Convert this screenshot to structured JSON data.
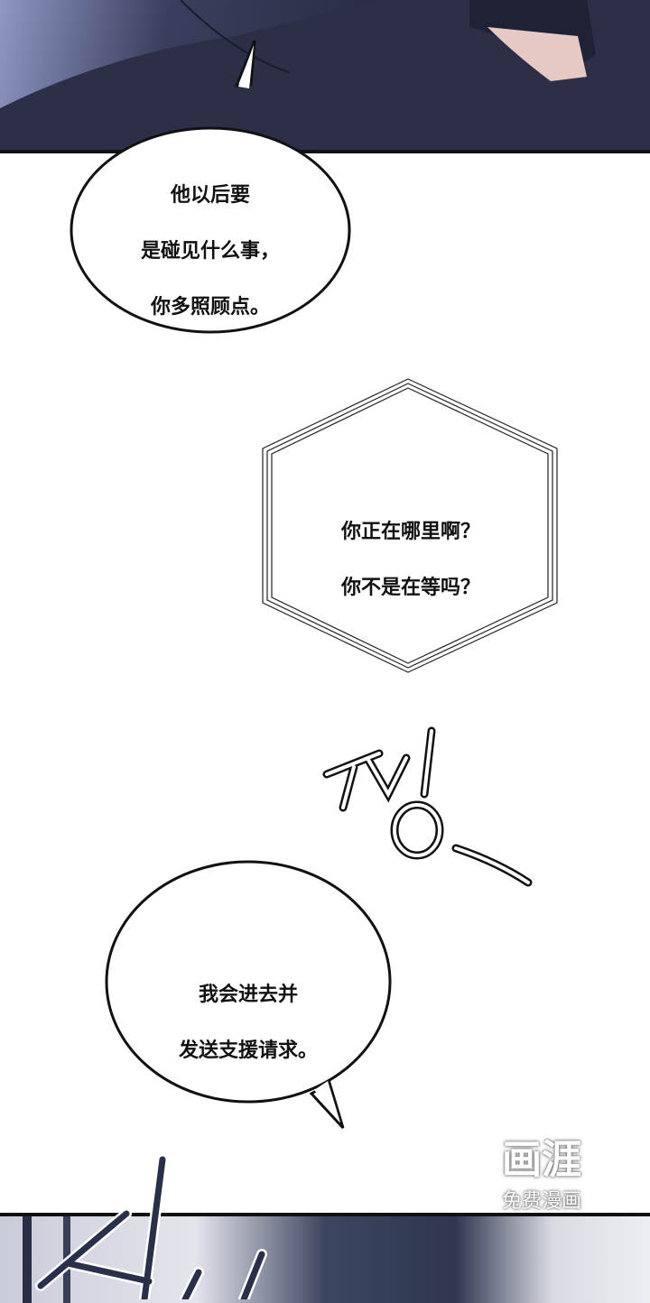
{
  "bubbles": [
    {
      "lines": [
        "他以后要",
        "是碰见什么事，",
        "你多照顾点。"
      ]
    },
    {
      "lines": [
        "你正在哪里啊？",
        "你不是在等吗？"
      ]
    },
    {
      "lines": [
        "我会进去并",
        "发送支援请求。"
      ]
    }
  ],
  "watermark": {
    "logo": "画涯",
    "tagline": "免费漫画"
  },
  "colors": {
    "panel_dark": "#2a2d44",
    "panel_light": "#8f98c4",
    "border": "#111111"
  }
}
